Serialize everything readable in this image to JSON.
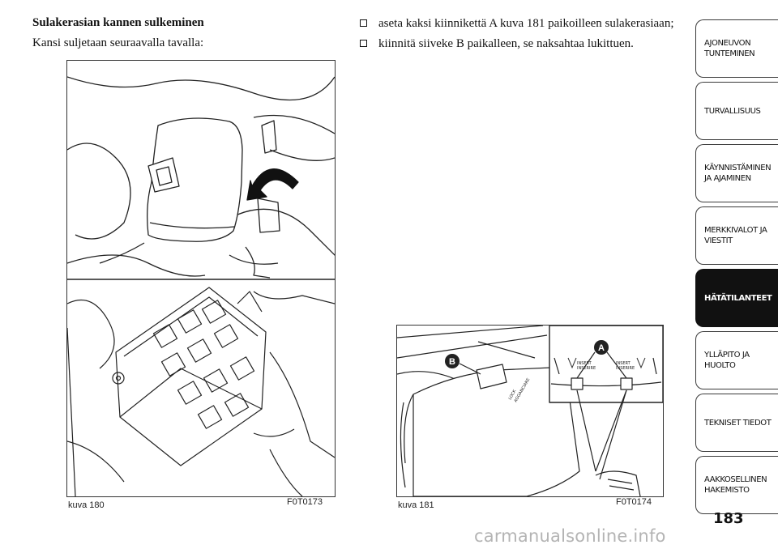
{
  "page": {
    "heading": "Sulakerasian kannen sulkeminen",
    "intro": "Kansi suljetaan seuraavalla tavalla:",
    "bullets": [
      "aseta kaksi kiinnikettä A kuva 181 paikoilleen sulakerasiaan;",
      "kiinnitä siiveke B paikalleen, se naksahtaa lukittuen."
    ],
    "page_number": "183",
    "watermark": "carmanualsonline.info"
  },
  "figures": [
    {
      "caption": "kuva 180",
      "code": "F0T0173"
    },
    {
      "caption": "kuva 181",
      "code": "F0T0174",
      "label_b": "B",
      "label_a": "A",
      "lock_text_1": "LOCK",
      "lock_text_2": "AGGANCIARE",
      "insert_left_1": "INSERT",
      "insert_left_2": "INSERIRE",
      "insert_right_1": "INSERT",
      "insert_right_2": "INSERIRE"
    }
  ],
  "tabs": [
    {
      "label": "AJONEUVON\nTUNTEMINEN",
      "active": false
    },
    {
      "label": "TURVALLISUUS",
      "active": false
    },
    {
      "label": "KÄYNNISTÄMINEN\nJA AJAMINEN",
      "active": false
    },
    {
      "label": "MERKKIVALOT JA\nVIESTIT",
      "active": false
    },
    {
      "label": "HÄTÄTILANTEET",
      "active": true
    },
    {
      "label": "YLLÄPITO JA HUOLTO",
      "active": false
    },
    {
      "label": "TEKNISET TIEDOT",
      "active": false
    },
    {
      "label": "AAKKOSELLINEN\nHAKEMISTO",
      "active": false
    }
  ]
}
